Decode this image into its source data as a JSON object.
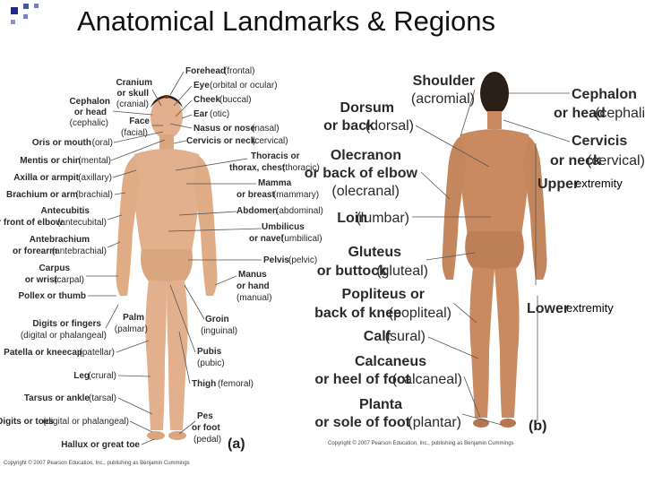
{
  "title": "Anatomical Landmarks & Regions",
  "colors": {
    "accent": "#1f2a8a",
    "skin_front": "#e2b08c",
    "skin_back": "#c98a60",
    "hair": "#2b2017",
    "label": "#2a2a2a"
  },
  "anterior": {
    "panel_letter": "(a)",
    "copyright": "Copyright © 2007 Pearson Education, Inc., publishing as Benjamin Cummings",
    "labels_left": [
      {
        "id": "cephalon",
        "main": "Cephalon",
        "line2": "or head",
        "sub": "(cephalic)"
      },
      {
        "id": "cranium",
        "main": "Cranium",
        "line2": "or skull",
        "sub": "(cranial)"
      },
      {
        "id": "face",
        "main": "Face",
        "sub": "(facial)"
      },
      {
        "id": "oris",
        "main": "Oris or mouth",
        "sub": "(oral)"
      },
      {
        "id": "mentis",
        "main": "Mentis or chin",
        "sub": "(mental)"
      },
      {
        "id": "axilla",
        "main": "Axilla or armpit",
        "sub": "(axillary)"
      },
      {
        "id": "brachium",
        "main": "Brachium or arm",
        "sub": "(brachial)"
      },
      {
        "id": "antecubitis",
        "main": "Antecubitis",
        "line2": "or front of elbow",
        "sub": "(antecubital)"
      },
      {
        "id": "antebrachium",
        "main": "Antebrachium",
        "line2": "or forearm",
        "sub": "(antebrachial)"
      },
      {
        "id": "carpus",
        "main": "Carpus",
        "line2": "or wrist",
        "sub": "(carpal)"
      },
      {
        "id": "pollex",
        "main": "Pollex or thumb"
      },
      {
        "id": "digits",
        "main": "Digits or fingers",
        "sub": "(digital or phalangeal)"
      },
      {
        "id": "patella",
        "main": "Patella or kneecap",
        "sub": "(patellar)"
      },
      {
        "id": "leg",
        "main": "Leg",
        "sub": "(crural)"
      },
      {
        "id": "tarsus",
        "main": "Tarsus or ankle",
        "sub": "(tarsal)"
      },
      {
        "id": "digits_toes",
        "main": "Digits or toes",
        "sub": "(digital or phalangeal)"
      },
      {
        "id": "hallux",
        "main": "Hallux or great toe"
      },
      {
        "id": "palm",
        "main": "Palm",
        "sub": "(palmar)"
      }
    ],
    "labels_right": [
      {
        "id": "forehead",
        "main": "Forehead",
        "sub": "(frontal)"
      },
      {
        "id": "eye",
        "main": "Eye",
        "sub": "(orbital or ocular)"
      },
      {
        "id": "cheek",
        "main": "Cheek",
        "sub": "(buccal)"
      },
      {
        "id": "ear",
        "main": "Ear",
        "sub": "(otic)"
      },
      {
        "id": "nasus",
        "main": "Nasus or nose",
        "sub": "(nasal)"
      },
      {
        "id": "cervicis",
        "main": "Cervicis or neck",
        "sub": "(cervical)"
      },
      {
        "id": "thoracis",
        "main": "Thoracis or",
        "line2": "thorax, chest",
        "sub": "(thoracic)"
      },
      {
        "id": "mamma",
        "main": "Mamma",
        "line2": "or breast",
        "sub": "(mammary)"
      },
      {
        "id": "abdomen",
        "main": "Abdomen",
        "sub": "(abdominal)"
      },
      {
        "id": "umbilicus",
        "main": "Umbilicus",
        "line2": "or navel",
        "sub": "(umbilical)"
      },
      {
        "id": "pelvis",
        "main": "Pelvis",
        "sub": "(pelvic)"
      },
      {
        "id": "manus",
        "main": "Manus",
        "line2": "or hand",
        "sub": "(manual)"
      },
      {
        "id": "groin",
        "main": "Groin",
        "sub": "(inguinal)"
      },
      {
        "id": "pubis",
        "main": "Pubis",
        "sub": "(pubic)"
      },
      {
        "id": "thigh",
        "main": "Thigh",
        "sub": "(femoral)"
      },
      {
        "id": "pes",
        "main": "Pes",
        "line2": "or foot",
        "sub": "(pedal)"
      }
    ]
  },
  "posterior": {
    "panel_letter": "(b)",
    "copyright": "Copyright © 2007 Pearson Education, Inc., publishing as Benjamin Cummings",
    "labels_left": [
      {
        "id": "shoulder",
        "main": "Shoulder",
        "sub": "(acromial)"
      },
      {
        "id": "dorsum",
        "main": "Dorsum",
        "line2": "or back",
        "sub": "(dorsal)"
      },
      {
        "id": "olecranon",
        "main": "Olecranon",
        "line2": "or back of elbow",
        "sub": "(olecranal)"
      },
      {
        "id": "loin",
        "main": "Loin",
        "sub": "(lumbar)"
      },
      {
        "id": "gluteus",
        "main": "Gluteus",
        "line2": "or buttock",
        "sub": "(gluteal)"
      },
      {
        "id": "popliteus",
        "main": "Popliteus or",
        "line2": "back of knee",
        "sub": "(popliteal)"
      },
      {
        "id": "calf",
        "main": "Calf",
        "sub": "(sural)"
      },
      {
        "id": "calcaneus",
        "main": "Calcaneus",
        "line2": "or heel of foot",
        "sub": "(calcaneal)"
      },
      {
        "id": "planta",
        "main": "Planta",
        "line2": "or sole of foot",
        "sub": "(plantar)"
      }
    ],
    "labels_right": [
      {
        "id": "cephalon_b",
        "main": "Cephalon",
        "line2": "or head",
        "sub": "(cephalic)"
      },
      {
        "id": "cervicis_b",
        "main": "Cervicis",
        "line2": "or neck",
        "sub": "(cervical)"
      },
      {
        "id": "upper",
        "main": "Upper"
      },
      {
        "id": "lower",
        "main": "Lower"
      }
    ]
  },
  "extremity_upper": "extremity",
  "extremity_lower": "extremity"
}
